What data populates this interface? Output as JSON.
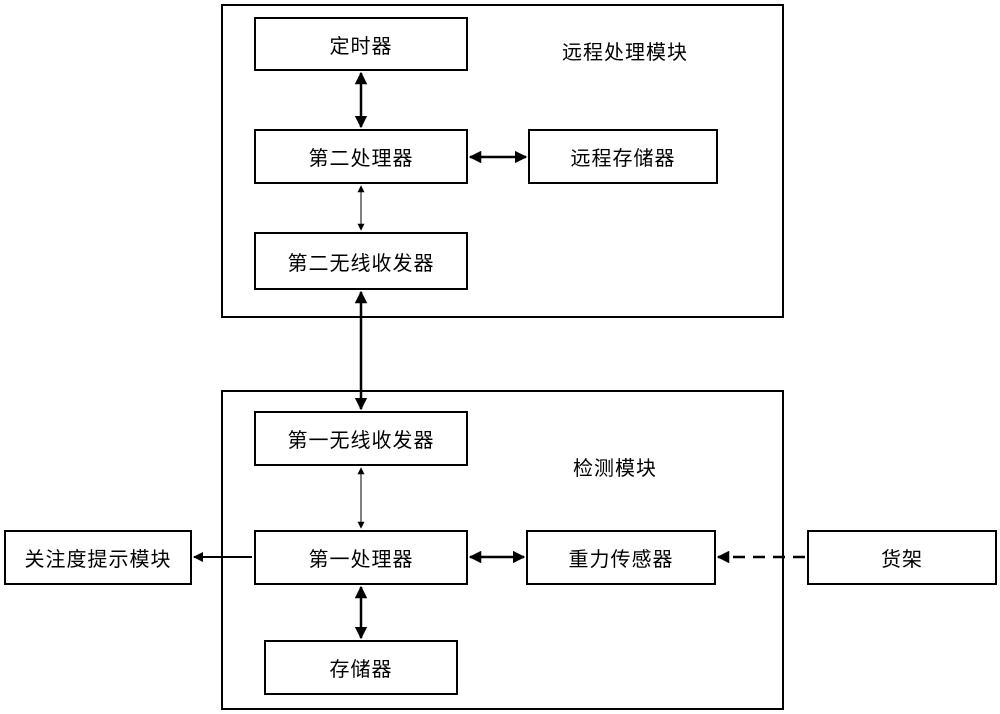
{
  "modules": {
    "remote": {
      "label": "远程处理模块"
    },
    "detect": {
      "label": "检测模块"
    }
  },
  "nodes": {
    "timer": "定时器",
    "second_processor": "第二处理器",
    "remote_storage": "远程存储器",
    "second_transceiver": "第二无线收发器",
    "first_transceiver": "第一无线收发器",
    "first_processor": "第一处理器",
    "gravity_sensor": "重力传感器",
    "storage": "存储器",
    "attention_module": "关注度提示模块",
    "shelf": "货架"
  }
}
